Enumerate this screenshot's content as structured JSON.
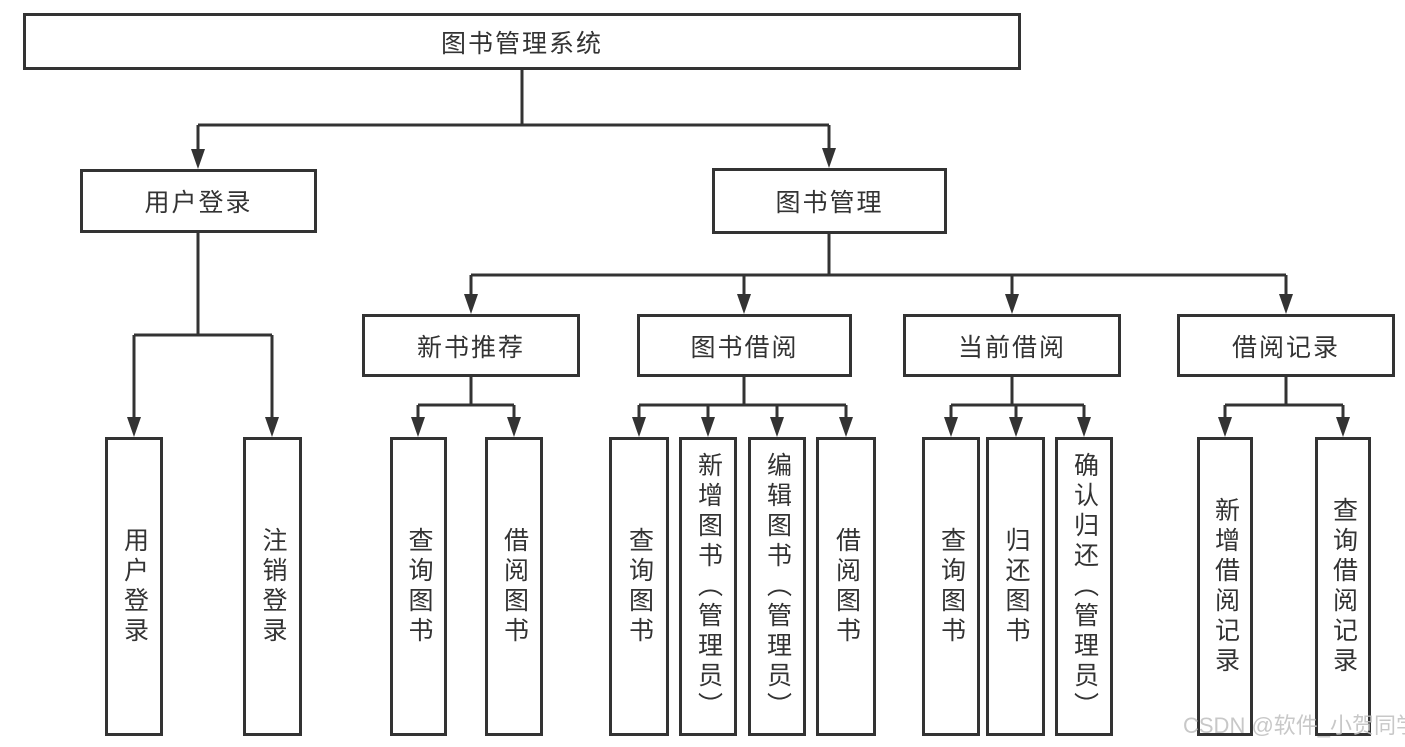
{
  "title": "图书管理系统",
  "watermark": "CSDN @软件_小贺同学",
  "colors": {
    "line": "#333333",
    "text": "#333333",
    "background": "#ffffff",
    "watermark": "#c3c3c3"
  },
  "tree": {
    "root": "图书管理系统",
    "children": [
      {
        "label": "用户登录",
        "children": [
          "用户登录",
          "注销登录"
        ]
      },
      {
        "label": "图书管理",
        "children": [
          {
            "label": "新书推荐",
            "children": [
              "查询图书",
              "借阅图书"
            ]
          },
          {
            "label": "图书借阅",
            "children": [
              "查询图书",
              "新增图书（管理员）",
              "编辑图书（管理员）",
              "借阅图书"
            ]
          },
          {
            "label": "当前借阅",
            "children": [
              "查询图书",
              "归还图书",
              "确认归还（管理员）"
            ]
          },
          {
            "label": "借阅记录",
            "children": [
              "新增借阅记录",
              "查询借阅记录"
            ]
          }
        ]
      }
    ]
  }
}
